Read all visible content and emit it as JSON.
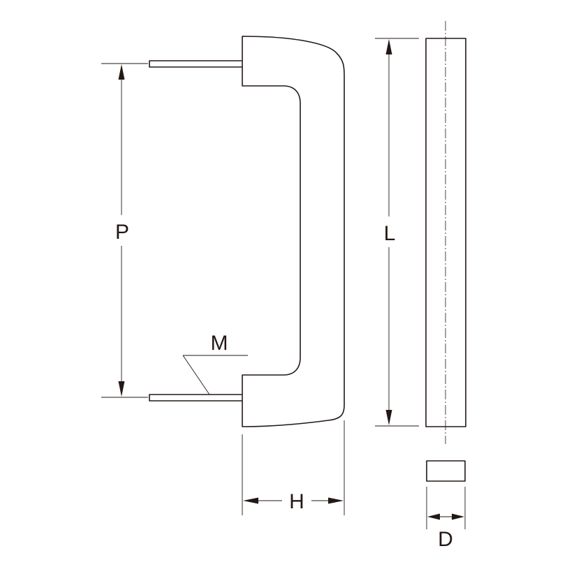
{
  "labels": {
    "pitch": "P",
    "length": "L",
    "height": "H",
    "depth": "D",
    "thread": "M"
  },
  "colors": {
    "line": "#231815",
    "background": "#ffffff"
  }
}
